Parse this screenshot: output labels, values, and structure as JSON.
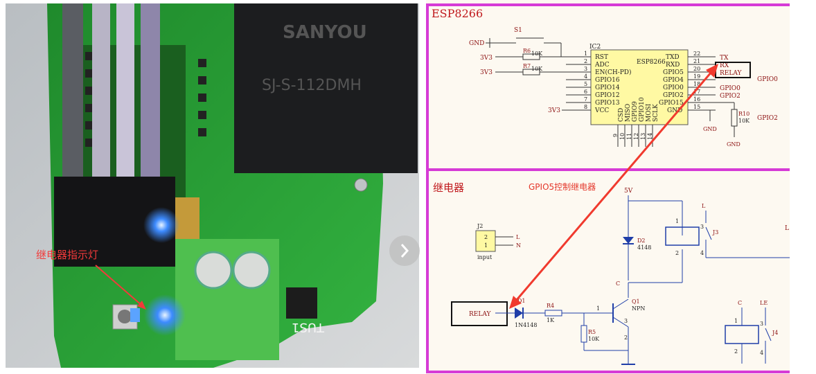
{
  "photo": {
    "annotation": "继电器指示灯",
    "relay_brand": "SANYOU",
    "relay_model": "SJ-S-112DMH",
    "terminal_label": "TUS1"
  },
  "nav": {
    "next_icon": "chevron-right-icon"
  },
  "schematic": {
    "esp_title": "ESP8266",
    "relay_title": "继电器",
    "gpio_note": "GPIO5控制继电器",
    "gnd": "GND",
    "v33": "3V3",
    "s1": "S1",
    "r6": "R6",
    "r7": "R7",
    "r6_val": "10K",
    "r7_val": "10K",
    "ic": "IC2",
    "chip": "ESP8266",
    "left_pins": [
      "RST",
      "ADC",
      "EN(CH-PD)",
      "GPIO16",
      "GPIO14",
      "GPIO12",
      "GPIO13",
      "VCC"
    ],
    "left_nums": [
      "1",
      "2",
      "3",
      "4",
      "5",
      "6",
      "7",
      "8"
    ],
    "right_pins": [
      "TXD",
      "RXD",
      "GPIO5",
      "GPIO4",
      "GPIO0",
      "GPIO2",
      "GPIO15",
      "GND"
    ],
    "right_nums": [
      "22",
      "21",
      "20",
      "19",
      "18",
      "17",
      "16",
      "15"
    ],
    "bottom_pins": [
      "CSD",
      "MISO",
      "GPIO9",
      "GPIO10",
      "MOSI",
      "SCLK"
    ],
    "bottom_nums": [
      "9",
      "10",
      "11",
      "12",
      "13",
      "14"
    ],
    "net_tx": "TX",
    "net_rx": "RX",
    "net_relay": "RELAY",
    "net_gpio0": "GPIO0",
    "net_gpio2": "GPIO2",
    "r10": "R10",
    "r10_val": "10K",
    "far_gpio0": "GPIO0",
    "far_gpio2": "GPIO2",
    "j2": "J2",
    "j2_pin2": "2",
    "j2_pin1": "1",
    "j2_l": "L",
    "j2_n": "N",
    "j2_input": "input",
    "v5": "5V",
    "d2": "D2",
    "d2_val": "4148",
    "c": "C",
    "l": "L",
    "j3": "J3",
    "relay_in": "RELAY",
    "d1": "D1",
    "d1_val": "1N4148",
    "r4": "R4",
    "r4_val": "1K",
    "r5": "R5",
    "r5_val": "10K",
    "q1": "Q1",
    "q1_val": "NPN",
    "q1_b": "1",
    "q1_c": "2",
    "q1_e": "3",
    "c2": "C",
    "le": "LE",
    "j4": "J4",
    "pin1": "1",
    "pin2": "2",
    "pin3": "3",
    "pin4": "4",
    "edge_l": "L"
  }
}
